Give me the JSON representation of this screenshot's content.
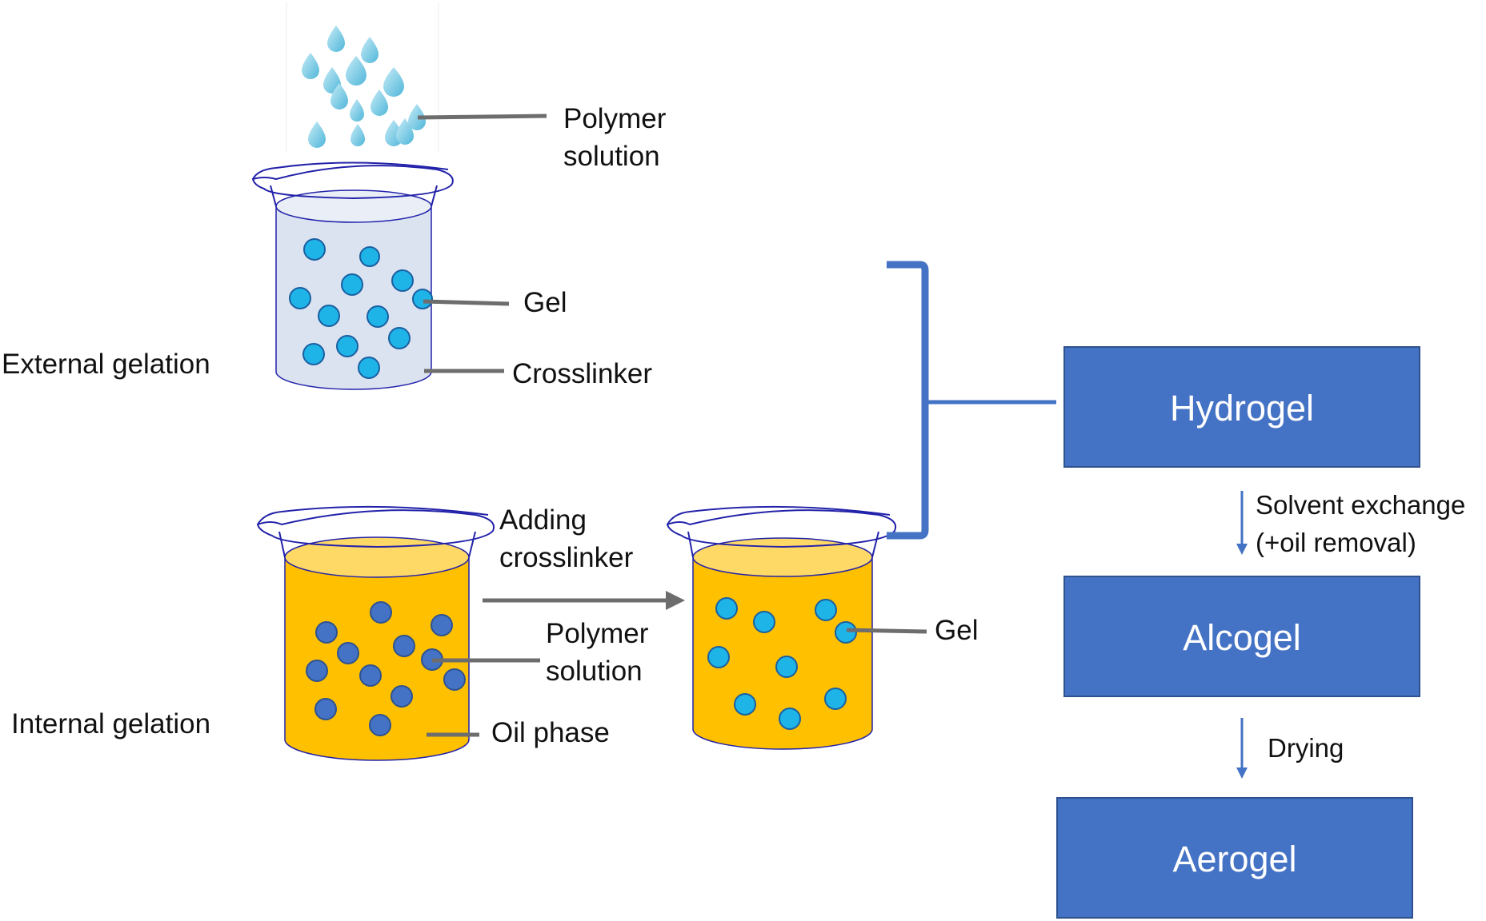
{
  "labels": {
    "external_gelation": "External gelation",
    "internal_gelation": "Internal gelation",
    "polymer_solution_top_line1": "Polymer",
    "polymer_solution_top_line2": "solution",
    "gel_top": "Gel",
    "crosslinker": "Crosslinker",
    "adding_crosslinker_line1": "Adding",
    "adding_crosslinker_line2": "crosslinker",
    "polymer_solution_bottom_line1": "Polymer",
    "polymer_solution_bottom_line2": "solution",
    "oil_phase": "Oil phase",
    "gel_right": "Gel"
  },
  "flow": {
    "hydrogel": "Hydrogel",
    "alcogel": "Alcogel",
    "aerogel": "Aerogel",
    "step1_line1": "Solvent exchange",
    "step1_line2": "(+oil removal)",
    "step2": "Drying"
  },
  "colors": {
    "box_fill": "#4472C4",
    "bracket": "#4472C4",
    "pointer": "#6d6d6d",
    "beaker_outline": "#2222aa",
    "light_liquid": "#dbe3f1",
    "oil_liquid": "#ffc000",
    "oil_surface": "#ffd966",
    "gel_bead": "#1fb4e8",
    "polymer_bead": "#4472C4",
    "droplet": "#7fcfe8"
  }
}
